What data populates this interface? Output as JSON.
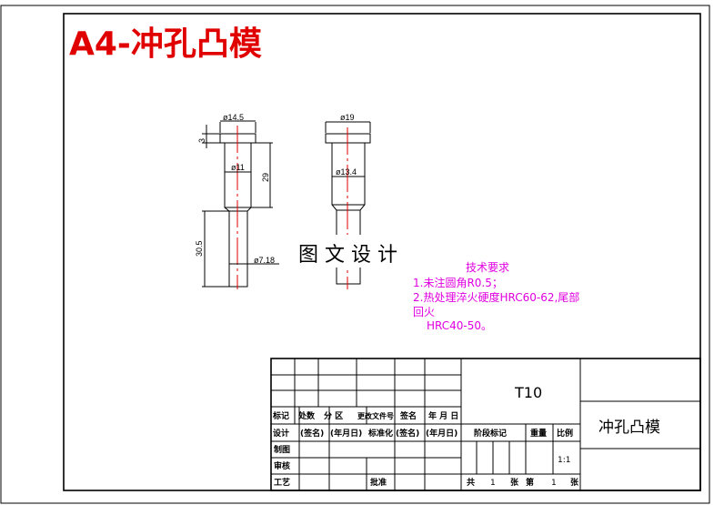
{
  "title": "A4-冲孔凸模",
  "watermark": "图 文 设 计",
  "colors": {
    "title": "#e00000",
    "centerline": "#e00000",
    "notes": "#e000e0"
  },
  "part_left": {
    "head_dia": "ø14.5",
    "head_h": "3",
    "body_dia": "ø11",
    "body_len": "29",
    "tip_len": "30.5",
    "tip_dia": "ø7.18"
  },
  "part_right": {
    "head_dia": "ø19",
    "body_dia": "ø13.4"
  },
  "tech": {
    "heading": "技术要求",
    "lines": [
      "1.未注圆角R0.5；",
      "2.热处理淬火硬度HRC60-62,尾部",
      "回火",
      "HRC40-50。"
    ]
  },
  "title_block": {
    "header": [
      "标记",
      "处数",
      "分 区",
      "更改文件号",
      "签名",
      "年 月 日"
    ],
    "row_design": [
      "设计",
      "(签名)",
      "(年月日)",
      "标准化",
      "(签名)",
      "(年月日)"
    ],
    "draw": "制图",
    "check": "审核",
    "process": "工艺",
    "approve": "批准",
    "material": "T10",
    "stage": "阶段标记",
    "weight": "重量",
    "scale_label": "比例",
    "scale": "1:1",
    "sheets": [
      "共",
      "1",
      "张",
      "第",
      "1",
      "张"
    ],
    "part_name": "冲孔凸模"
  }
}
